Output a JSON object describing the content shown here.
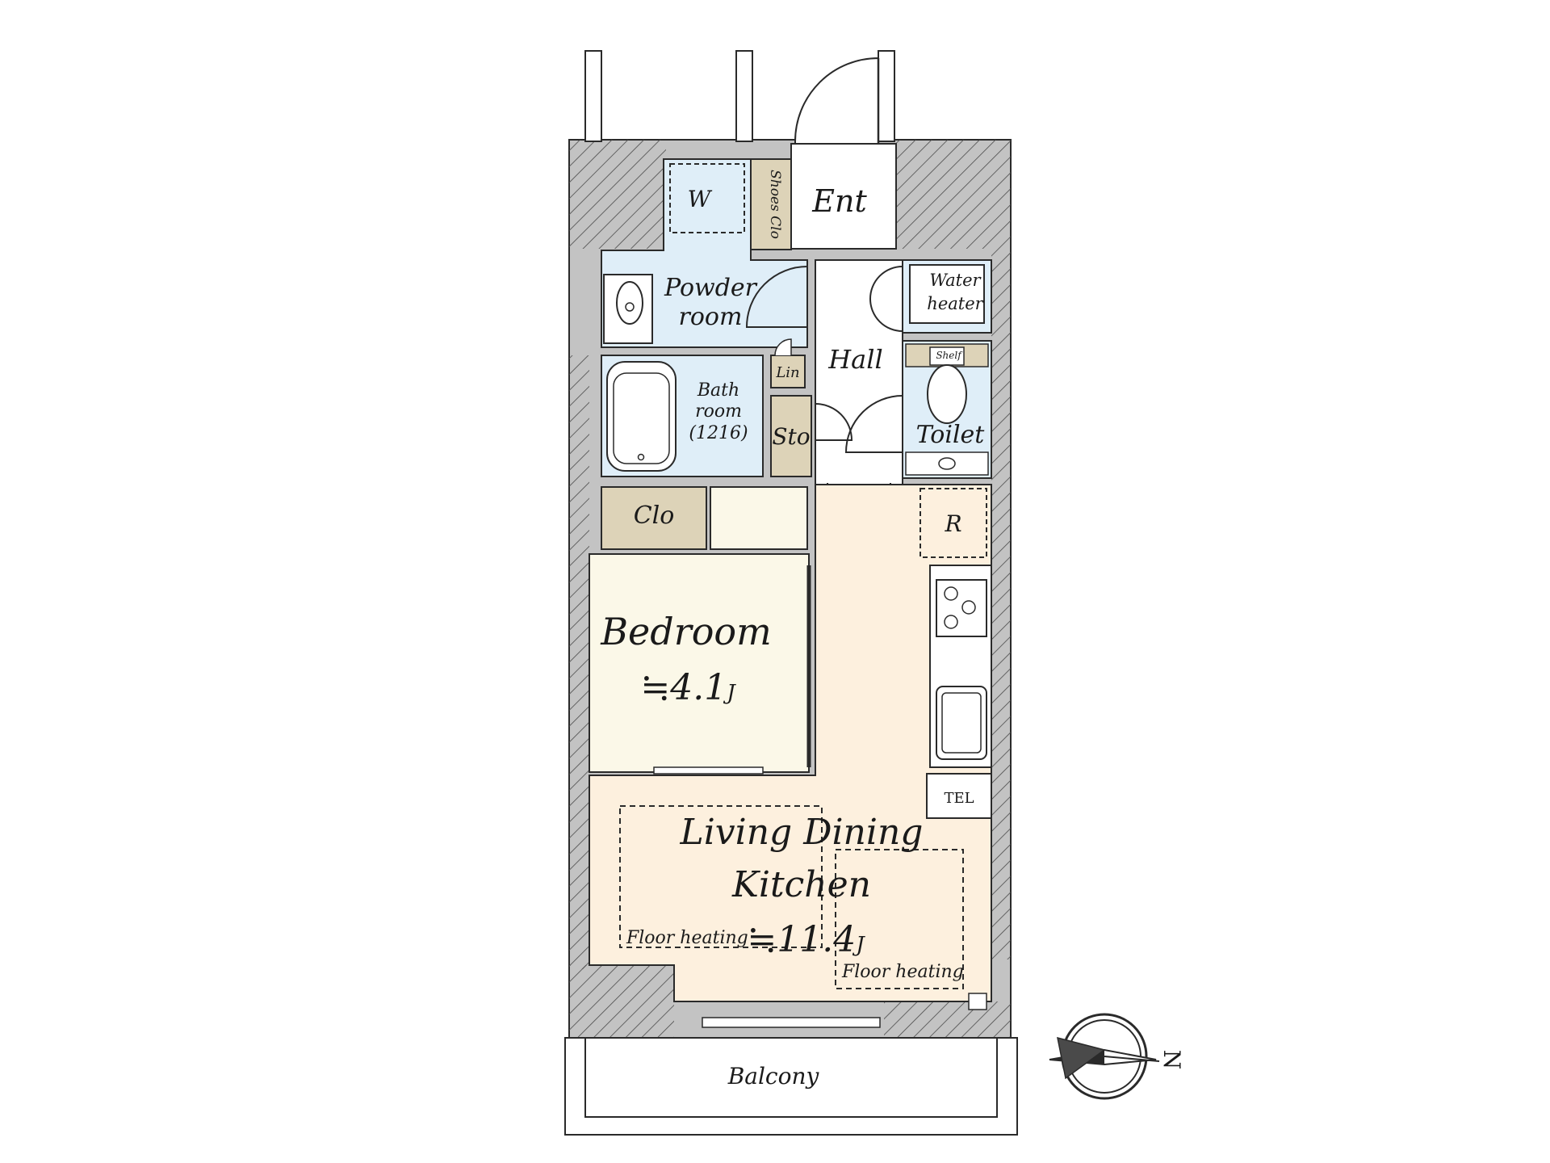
{
  "colors": {
    "wall": "#c3c3c3",
    "wet_area": "#dfeef8",
    "storage": "#ddd3b8",
    "bedroom": "#fbf8e8",
    "ldk": "#fdf0de",
    "outline": "#2a2a2a"
  },
  "rooms": {
    "entrance": "Ent",
    "shoes_closet": "Shoes Clo",
    "washer": "W",
    "powder_room": [
      "Powder",
      "room"
    ],
    "hall": "Hall",
    "water_heater": [
      "Water",
      "heater"
    ],
    "linen": "Lin",
    "bathroom": [
      "Bath",
      "room",
      "(1216)"
    ],
    "storage": "Sto",
    "toilet": "Toilet",
    "toilet_shelf": "Shelf",
    "closet": "Clo",
    "refrigerator": "R",
    "telephone": "TEL",
    "bedroom": "Bedroom",
    "bedroom_area": "≒4.1",
    "ldk": [
      "Living Dining",
      "Kitchen"
    ],
    "ldk_area": "≒11.4",
    "area_unit": "J",
    "floor_heating": "Floor heating",
    "balcony": "Balcony"
  },
  "compass": {
    "label": "N",
    "icon": "compass-north-arrow-icon"
  }
}
